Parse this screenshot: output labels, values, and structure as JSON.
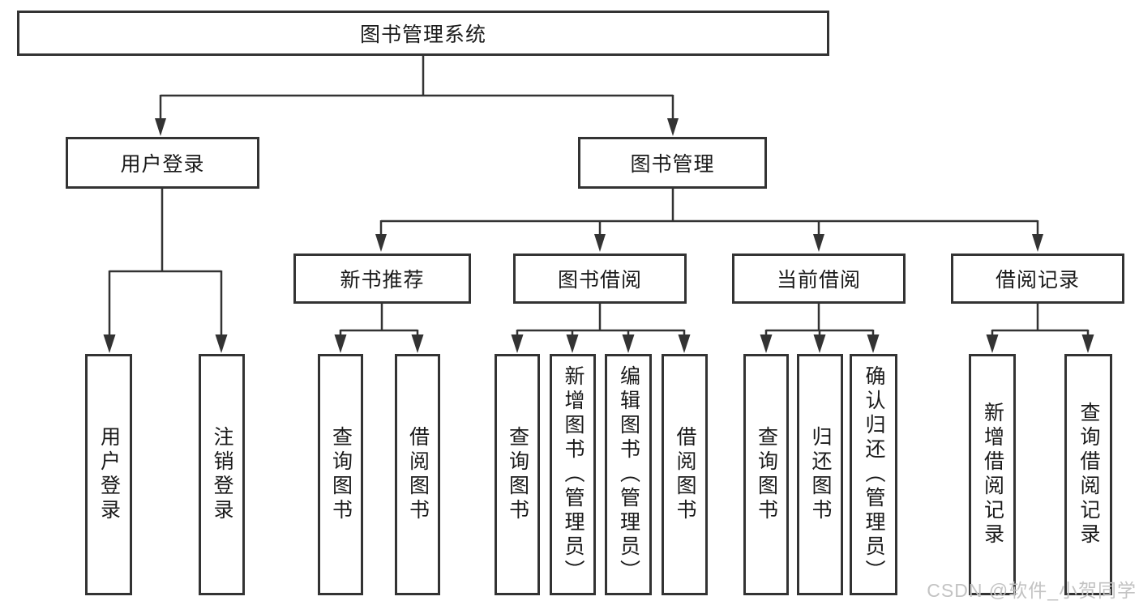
{
  "diagram_title": "图书管理系统",
  "nodes": {
    "root": {
      "label": "图书管理系统"
    },
    "user_login": {
      "label": "用户登录"
    },
    "book_management": {
      "label": "图书管理"
    },
    "login": {
      "label": "用户登录"
    },
    "logout": {
      "label": "注销登录"
    },
    "new_book_rec": {
      "label": "新书推荐"
    },
    "book_borrow": {
      "label": "图书借阅"
    },
    "current_borrow": {
      "label": "当前借阅"
    },
    "borrow_records": {
      "label": "借阅记录"
    },
    "nbr_query_books": {
      "label": "查询图书"
    },
    "nbr_borrow_books": {
      "label": "借阅图书"
    },
    "bb_query_books": {
      "label": "查询图书"
    },
    "bb_add_books": {
      "label": "新增图书（管理员）"
    },
    "bb_edit_books": {
      "label": "编辑图书（管理员）"
    },
    "bb_borrow_books": {
      "label": "借阅图书"
    },
    "cb_query_books": {
      "label": "查询图书"
    },
    "cb_return_books": {
      "label": "归还图书"
    },
    "cb_confirm_return": {
      "label": "确认归还（管理员）"
    },
    "br_add_record": {
      "label": "新增借阅记录"
    },
    "br_query_record": {
      "label": "查询借阅记录"
    }
  },
  "tree": {
    "root": [
      "user_login",
      "book_management"
    ],
    "user_login": [
      "login",
      "logout"
    ],
    "book_management": [
      "new_book_rec",
      "book_borrow",
      "current_borrow",
      "borrow_records"
    ],
    "new_book_rec": [
      "nbr_query_books",
      "nbr_borrow_books"
    ],
    "book_borrow": [
      "bb_query_books",
      "bb_add_books",
      "bb_edit_books",
      "bb_borrow_books"
    ],
    "current_borrow": [
      "cb_query_books",
      "cb_return_books",
      "cb_confirm_return"
    ],
    "borrow_records": [
      "br_add_record",
      "br_query_record"
    ]
  },
  "watermark": {
    "text": "CSDN @软件_小贺同学"
  },
  "colors": {
    "line": "#333333",
    "box_border": "#333333",
    "box_fill": "#ffffff",
    "text": "#1a1a1a",
    "watermark": "#c3c3c3"
  }
}
